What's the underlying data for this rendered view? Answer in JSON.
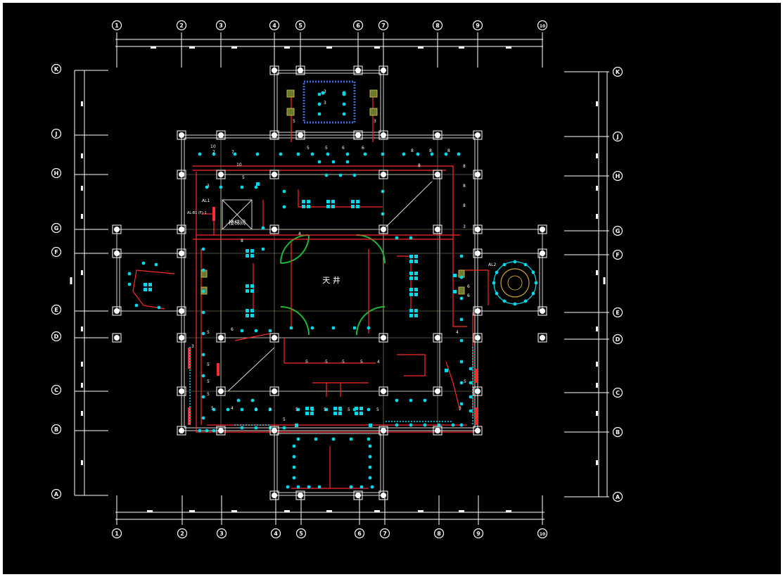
{
  "drawing": {
    "courtyard_label": "天 井",
    "stair_label": "楼梯间",
    "panel_label": "AL1",
    "panel_label_2": "AL2",
    "panel_note": "AL-B1 (F)-1"
  },
  "columns": [
    "1",
    "2",
    "3",
    "4",
    "5",
    "6",
    "7",
    "8",
    "9",
    "10"
  ],
  "rows": [
    "A",
    "B",
    "C",
    "D",
    "E",
    "F",
    "G",
    "H",
    "J",
    "K"
  ],
  "circuit_numbers": [
    "3",
    "3",
    "7",
    "7",
    "5",
    "5",
    "6",
    "6",
    "5",
    "3",
    "8",
    "8",
    "8",
    "8",
    "8",
    "8",
    "10",
    "10",
    "5",
    "8",
    "3",
    "4",
    "5",
    "5",
    "5",
    "5",
    "4",
    "5",
    "5",
    "5",
    "5",
    "5",
    "5",
    "5",
    "5",
    "5",
    "6",
    "6",
    "3",
    "5",
    "4",
    "3",
    "7",
    "7",
    "4",
    "6",
    "5",
    "3",
    "8"
  ],
  "colors": {
    "background": "#000000",
    "grid": "#ffffff",
    "wiring": "#ff2a2a",
    "fixture": "#00d8e8",
    "arc": "#1fb83a",
    "wall": "#d8d8d8",
    "wall_inner": "#e8d89a"
  }
}
